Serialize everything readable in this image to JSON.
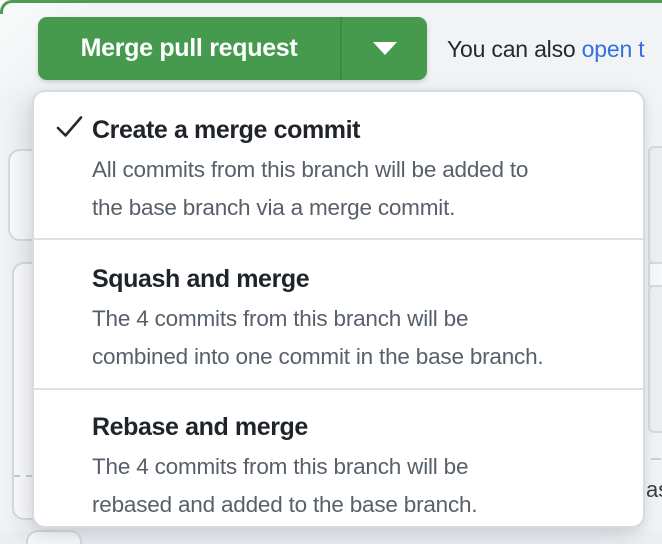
{
  "merge_bar": {
    "merge_button_label": "Merge pull request",
    "side_text_prefix": "You can also ",
    "side_text_link": "open t"
  },
  "dropdown": {
    "items": [
      {
        "title": "Create a merge commit",
        "selected": true,
        "desc_line1": "All commits from this branch will be added to",
        "desc_line2": "the base branch via a merge commit."
      },
      {
        "title": "Squash and merge",
        "selected": false,
        "desc_line1": "The 4 commits from this branch will be",
        "desc_line2": "combined into one commit in the base branch."
      },
      {
        "title": "Rebase and merge",
        "selected": false,
        "desc_line1": "The 4 commits from this branch will be",
        "desc_line2": "rebased and added to the base branch."
      }
    ]
  },
  "background": {
    "partial_text_right": "as"
  },
  "colors": {
    "button_green": "#459a4e",
    "button_divider_green": "#3d8a45",
    "link_blue": "#3470df",
    "title_text": "#1f242a",
    "description_text": "#57606a",
    "menu_border": "#d7dbdf",
    "page_background": "#f1f3f5",
    "accent_green_line": "#4c9b57"
  },
  "icons": {
    "caret": "dropdown-caret",
    "check": "checkmark"
  }
}
